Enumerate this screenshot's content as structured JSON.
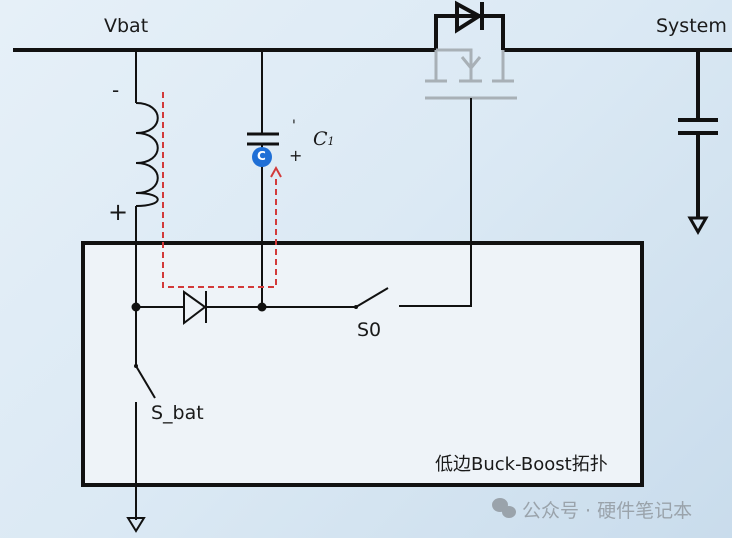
{
  "labels": {
    "vbat": "Vbat",
    "system": "System",
    "inductor_minus": "-",
    "inductor_plus": "+",
    "cap_minus": "'",
    "cap_plus": "+",
    "cap_name": "C",
    "cap_subscript": "1",
    "marker_letter": "C",
    "switch_s0": "S0",
    "switch_sbat": "S_bat",
    "block_title": "低边Buck-Boost拓扑"
  },
  "watermark": {
    "text": "公众号 · 硬件笔记本",
    "icon": "wechat-icon"
  },
  "colors": {
    "wire": "#111111",
    "mosfet": "#a8b0b6",
    "current_path": "#d23a3a",
    "marker": "#1f6fd6",
    "block_fill": "#eef3f8"
  }
}
